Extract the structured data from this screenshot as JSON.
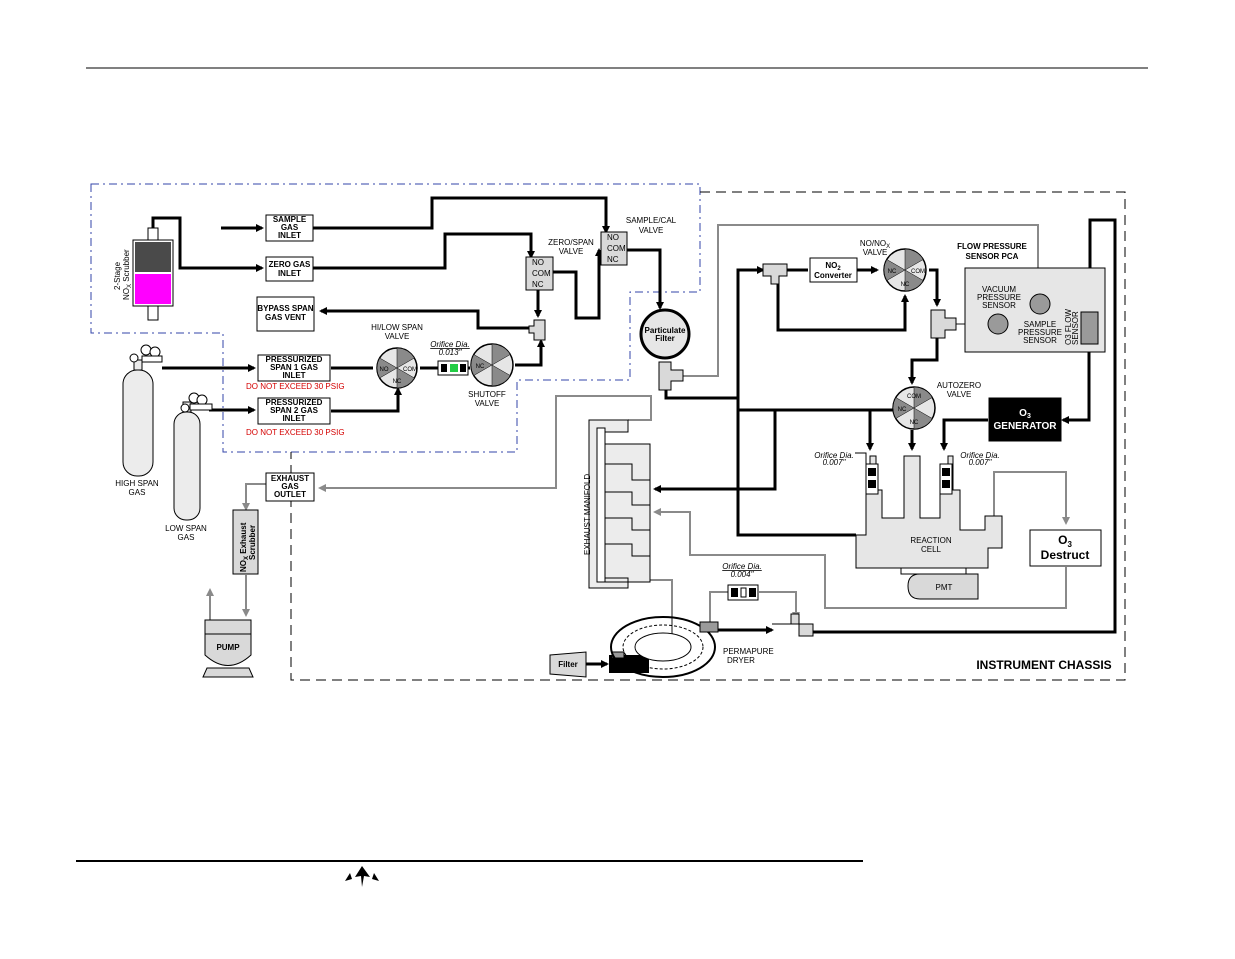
{
  "boxes": {
    "sample_inlet": [
      "SAMPLE",
      "GAS",
      "INLET"
    ],
    "zero_inlet": [
      "ZERO GAS",
      "INLET"
    ],
    "bypass_vent": [
      "BYPASS SPAN",
      "GAS VENT"
    ],
    "span1_inlet": [
      "PRESSURIZED",
      "SPAN 1 GAS",
      "INLET"
    ],
    "span2_inlet": [
      "PRESSURIZED",
      "SPAN 2 GAS",
      "INLET"
    ],
    "exhaust_outlet": [
      "EXHAUST",
      "GAS",
      "OUTLET"
    ],
    "no2_converter": [
      "NO",
      "2",
      "Converter"
    ],
    "o3_generator": [
      "O",
      "3",
      "GENERATOR"
    ],
    "o3_destruct": [
      "O",
      "3",
      "Destruct"
    ],
    "flow_pca_title": [
      "FLOW PRESSURE",
      "SENSOR PCA"
    ]
  },
  "warnings": {
    "span1": "DO NOT EXCEED 30 PSIG",
    "span2": "DO NOT EXCEED 30 PSIG"
  },
  "labels": {
    "scrubber_2stage": [
      "2-Stage",
      "NO",
      "X",
      " Scrubber"
    ],
    "high_span_gas": [
      "HIGH SPAN",
      "GAS"
    ],
    "low_span_gas": [
      "LOW SPAN",
      "GAS"
    ],
    "nox_exhaust_scrubber": [
      "NO",
      "X",
      " Exhaust",
      "Scrubber"
    ],
    "pump": "PUMP",
    "hilow_valve": [
      "HI/LOW SPAN",
      "VALVE"
    ],
    "shutoff_valve": [
      "SHUTOFF",
      "VALVE"
    ],
    "zero_span_valve": [
      "ZERO/SPAN",
      "VALVE"
    ],
    "sample_cal_valve": [
      "SAMPLE/CAL",
      "VALVE"
    ],
    "particulate_filter": [
      "Particulate",
      "Filter"
    ],
    "nonox_valve": [
      "NO/NO",
      "X",
      "VALVE"
    ],
    "autozero_valve": [
      "AUTOZERO",
      "VALVE"
    ],
    "vacuum_sensor": [
      "VACUUM",
      "PRESSURE",
      "SENSOR"
    ],
    "sample_sensor": [
      "SAMPLE",
      "PRESSURE",
      "SENSOR"
    ],
    "o3_flow_sensor": [
      "O3 FLOW",
      "SENSOR"
    ],
    "exhaust_manifold": "EXHAUST MANIFOLD",
    "reaction_cell": [
      "REACTION",
      "CELL"
    ],
    "pmt": "PMT",
    "permapure": [
      "PERMAPURE",
      "DRYER"
    ],
    "filter": "Filter",
    "instrument_chassis": "INSTRUMENT CHASSIS"
  },
  "orifices": {
    "span": [
      "Orifice Dia.",
      "0.013\""
    ],
    "left_cell": [
      "Orifice Dia.",
      "0.007\""
    ],
    "right_cell": [
      "Orifice Dia.",
      "0.007\""
    ],
    "dryer": [
      "Orifice Dia.",
      "0.004\""
    ]
  },
  "ports": {
    "no": "NO",
    "com": "COM",
    "nc": "NC"
  },
  "colors": {
    "scrubber_top": "#4a4a4a",
    "scrubber_bottom": "#ff00ff",
    "warning": "#d40000",
    "gray_line": "#8a8a8a",
    "fill_gray": "#d9d9d9",
    "o3_generator_bg": "#000000",
    "orifice_green": "#22cc44"
  },
  "icons": [
    "teledyne-logo-icon",
    "gas-cylinder-icon",
    "pump-icon",
    "valve-icon"
  ]
}
